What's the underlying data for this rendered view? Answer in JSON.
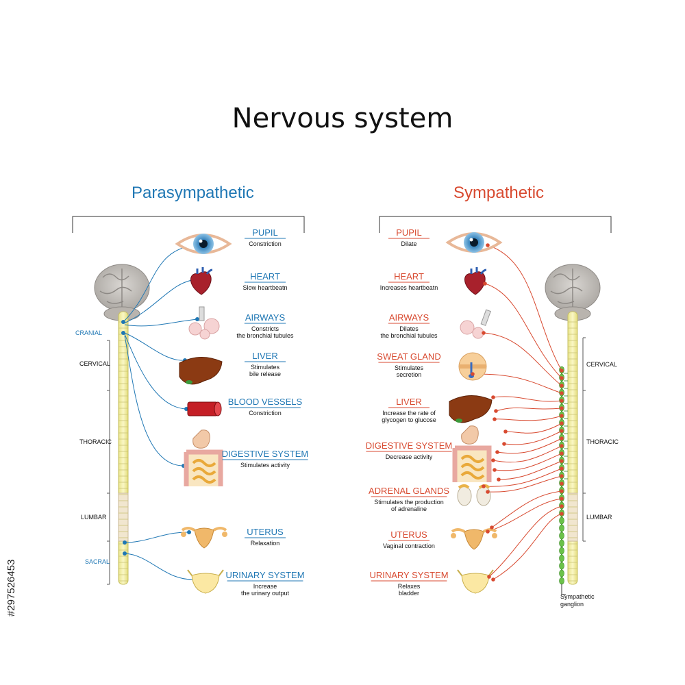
{
  "title": "Nervous system",
  "colors": {
    "para": "#1f77b4",
    "symp": "#d84a30"
  },
  "parasympathetic": {
    "heading": "Parasympathetic",
    "segments": [
      "CRANIAL",
      "CERVICAL",
      "THORACIC",
      "LUMBAR",
      "SACRAL"
    ],
    "items": [
      {
        "name": "PUPIL",
        "desc": [
          "Constriction"
        ]
      },
      {
        "name": "HEART",
        "desc": [
          "Slow heartbeatn"
        ]
      },
      {
        "name": "AIRWAYS",
        "desc": [
          "Constricts",
          "the bronchial tubules"
        ]
      },
      {
        "name": "LIVER",
        "desc": [
          "Stimulates",
          "bile release"
        ]
      },
      {
        "name": "BLOOD VESSELS",
        "desc": [
          "Constriction"
        ]
      },
      {
        "name": "DIGESTIVE SYSTEM",
        "desc": [
          "Stimulates activity"
        ]
      },
      {
        "name": "UTERUS",
        "desc": [
          "Relaxation"
        ]
      },
      {
        "name": "URINARY SYSTEM",
        "desc": [
          "Increase",
          "the urinary output"
        ]
      }
    ]
  },
  "sympathetic": {
    "heading": "Sympathetic",
    "segments": [
      "CERVICAL",
      "THORACIC",
      "LUMBAR"
    ],
    "ganglion_label": [
      "Sympathetic",
      "ganglion"
    ],
    "items": [
      {
        "name": "PUPIL",
        "desc": [
          "Dilate"
        ]
      },
      {
        "name": "HEART",
        "desc": [
          "Increases heartbeatn"
        ]
      },
      {
        "name": "AIRWAYS",
        "desc": [
          "Dilates",
          "the bronchial tubules"
        ]
      },
      {
        "name": "SWEAT GLAND",
        "desc": [
          "Stimulates",
          "secretion"
        ]
      },
      {
        "name": "LIVER",
        "desc": [
          "Increase the rate of",
          "glycogen to glucose"
        ]
      },
      {
        "name": "DIGESTIVE SYSTEM",
        "desc": [
          "Decrease activity"
        ]
      },
      {
        "name": "ADRENAL GLANDS",
        "desc": [
          "Stimulates the production",
          "of adrenaline"
        ]
      },
      {
        "name": "UTERUS",
        "desc": [
          "Vaginal contraction"
        ]
      },
      {
        "name": "URINARY SYSTEM",
        "desc": [
          "Relaxes",
          "bladder"
        ]
      }
    ]
  },
  "watermark": "#297526453"
}
